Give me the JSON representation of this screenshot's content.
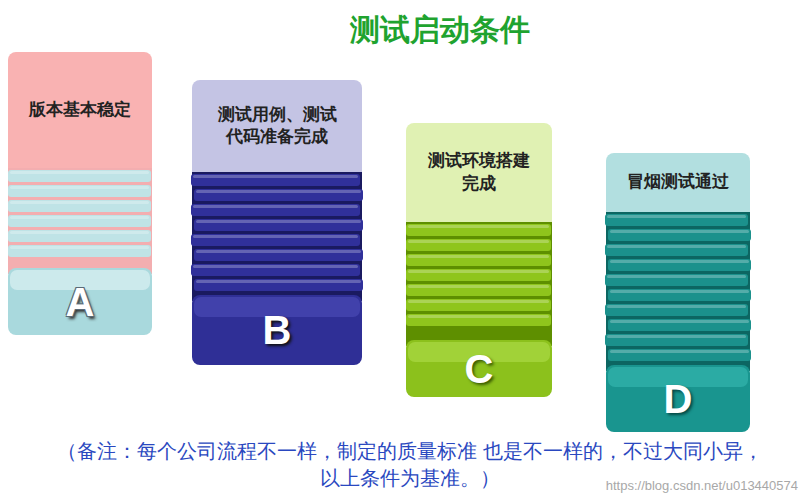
{
  "diagram": {
    "title": "测试启动条件",
    "nodes": [
      {
        "text": [
          "版本基本稳定",
          "A"
        ]
      },
      {
        "text": [
          "测试用例、测试代码准备完成",
          "B"
        ]
      },
      {
        "text": [
          "测试环境搭建完成",
          "C"
        ]
      },
      {
        "text": [
          "冒烟测试通过",
          "D"
        ]
      }
    ],
    "labels": [
      "（备注：每个公司流程不一样，制定的质量标准 也是不一样的，不过大同小异， 以上条件为基准。）",
      "https://blog.csdn.net/u013440574"
    ]
  }
}
